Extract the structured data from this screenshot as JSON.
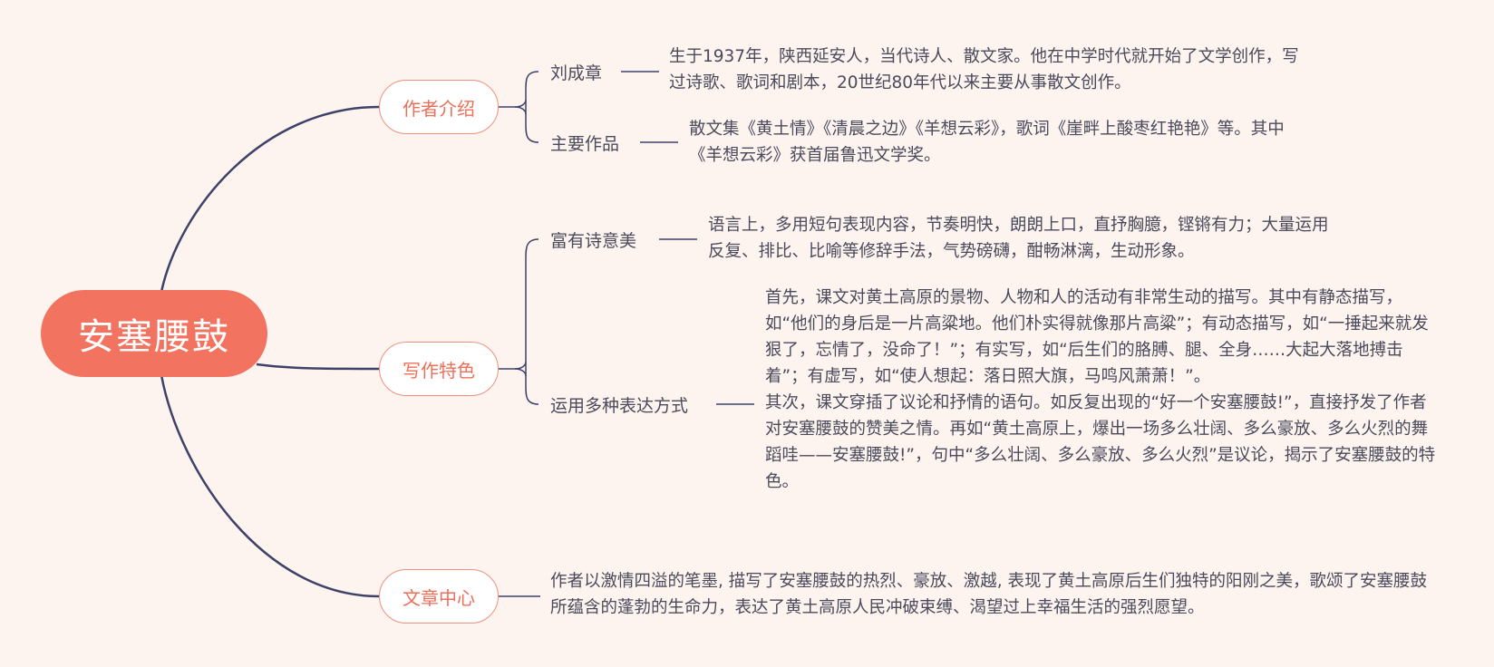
{
  "root": {
    "label": "安塞腰鼓"
  },
  "branches": [
    {
      "label": "作者介绍",
      "children": [
        {
          "label": "刘成章",
          "text": "生于1937年，陕西延安人，当代诗人、散文家。他在中学时代就开始了文学创作，写过诗歌、歌词和剧本，20世纪80年代以来主要从事散文创作。"
        },
        {
          "label": "主要作品",
          "text": "散文集《黄土情》《清晨之边》《羊想云彩》，歌词《崖畔上酸枣红艳艳》等。其中《羊想云彩》获首届鲁迅文学奖。"
        }
      ]
    },
    {
      "label": "写作特色",
      "children": [
        {
          "label": "富有诗意美",
          "text": "语言上，多用短句表现内容，节奏明快，朗朗上口，直抒胸臆，铿锵有力；大量运用反复、排比、比喻等修辞手法，气势磅礴，酣畅淋漓，生动形象。"
        },
        {
          "label": "运用多种表达方式",
          "paragraphs": [
            "首先，课文对黄土高原的景物、人物和人的活动有非常生动的描写。其中有静态描写，如“他们的身后是一片高粱地。他们朴实得就像那片高粱”；有动态描写，如“一捶起来就发狠了，忘情了，没命了！”；有实写，如“后生们的胳膊、腿、全身……大起大落地搏击着”；有虚写，如“使人想起：落日照大旗，马鸣风萧萧！”。",
            "其次，课文穿插了议论和抒情的语句。如反复出现的“好一个安塞腰鼓!”，直接抒发了作者对安塞腰鼓的赞美之情。再如“黄土高原上，爆出一场多么壮阔、多么豪放、多么火烈的舞蹈哇——安塞腰鼓!”，句中“多么壮阔、多么豪放、多么火烈”是议论，揭示了安塞腰鼓的特色。"
          ]
        }
      ]
    },
    {
      "label": "文章中心",
      "text": "作者以激情四溢的笔墨, 描写了安塞腰鼓的热烈、豪放、激越, 表现了黄土高原后生们独特的阳刚之美，歌颂了安塞腰鼓所蕴含的蓬勃的生命力，表达了黄土高原人民冲破束缚、渴望过上幸福生活的强烈愿望。"
    }
  ],
  "colors": {
    "background": "#fdf4f0",
    "root_fill": "#f27460",
    "branch_border": "#f0907e",
    "branch_text": "#ee6f58",
    "connector": "#3f4268"
  }
}
